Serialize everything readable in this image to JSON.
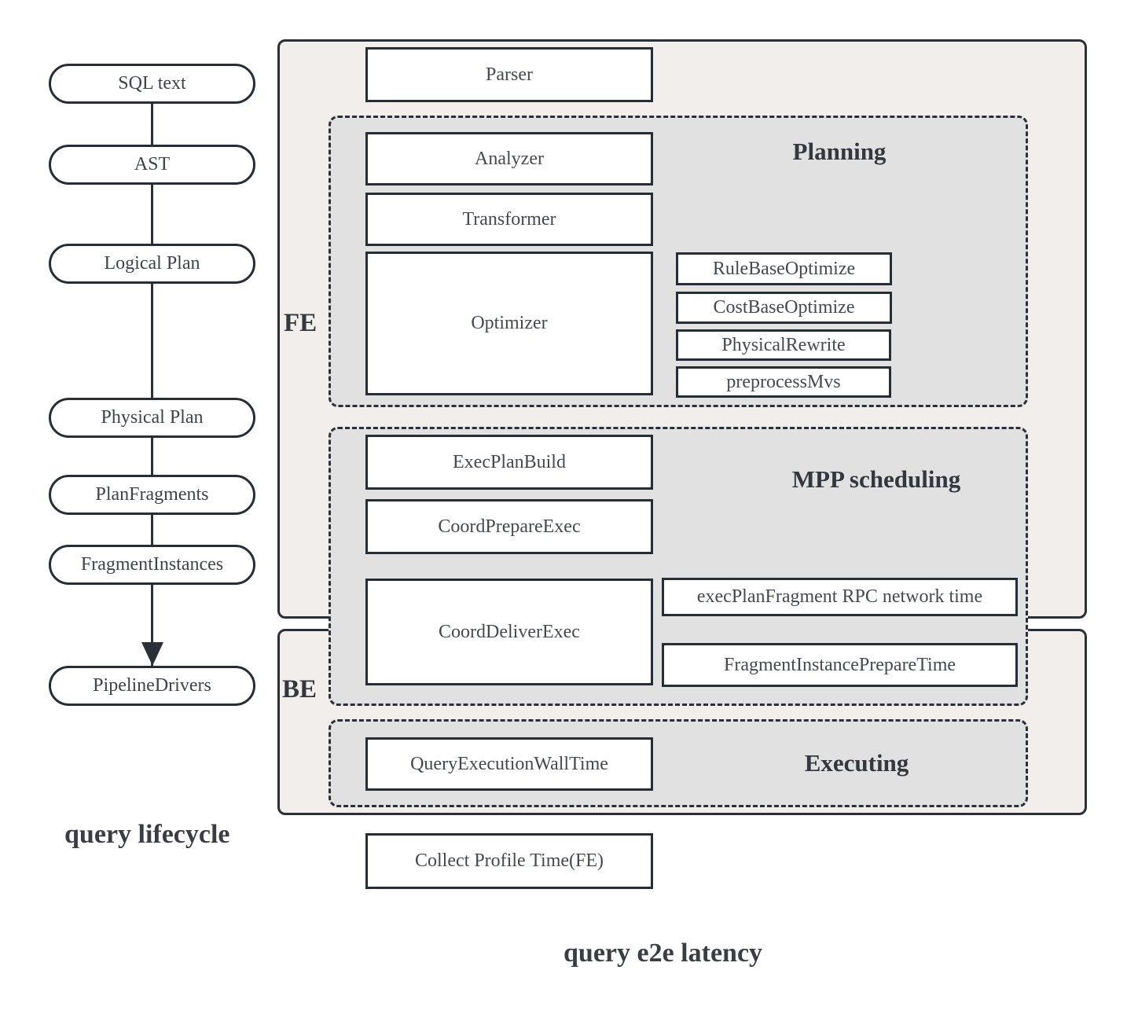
{
  "lifecycle": {
    "caption": "query lifecycle",
    "nodes": [
      "SQL text",
      "AST",
      "Logical Plan",
      "Physical Plan",
      "PlanFragments",
      "FragmentInstances",
      "PipelineDrivers"
    ]
  },
  "latency": {
    "caption": "query e2e latency",
    "fe_label": "FE",
    "be_label": "BE",
    "parser": "Parser",
    "planning_title": "Planning",
    "analyzer": "Analyzer",
    "transformer": "Transformer",
    "optimizer": "Optimizer",
    "rule_base": "RuleBaseOptimize",
    "cost_base": "CostBaseOptimize",
    "physical_rewrite": "PhysicalRewrite",
    "preprocess_mvs": "preprocessMvs",
    "mpp_title": "MPP scheduling",
    "exec_plan_build": "ExecPlanBuild",
    "coord_prepare": "CoordPrepareExec",
    "coord_deliver": "CoordDeliverExec",
    "rpc_time": "execPlanFragment RPC network time",
    "fragment_prepare": "FragmentInstancePrepareTime",
    "executing_title": "Executing",
    "wall_time": "QueryExecutionWallTime",
    "collect_profile": "Collect Profile Time(FE)"
  },
  "colors": {
    "container_fill": "#f1eeec",
    "section_fill": "#e2e1e1",
    "border": "#2b3038",
    "text": "#3a3e44"
  }
}
